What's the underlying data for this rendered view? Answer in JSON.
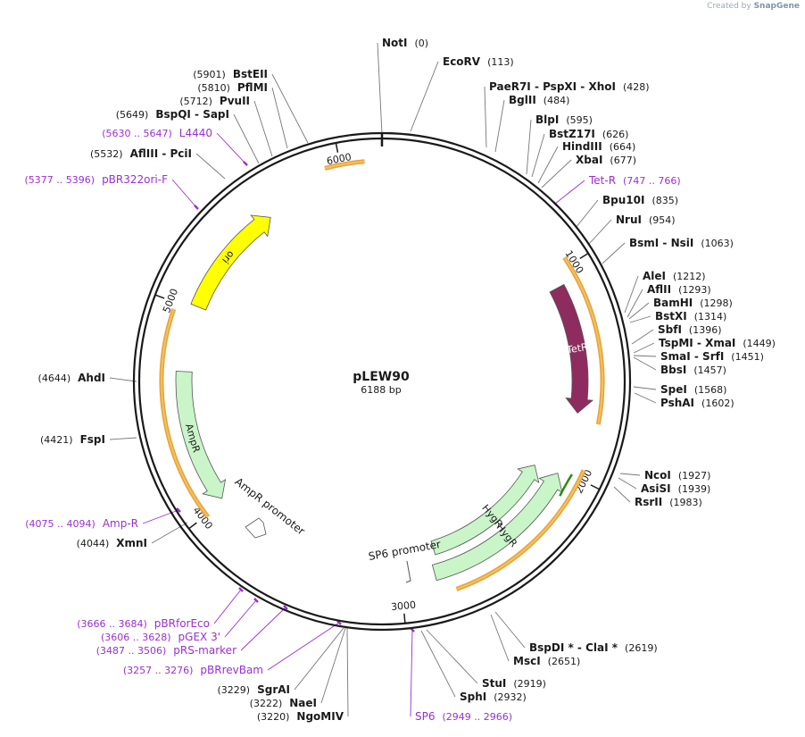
{
  "credit": {
    "prefix": "Created by",
    "brand": "SnapGene"
  },
  "plasmid": {
    "name": "pLEW90",
    "size_label": "6188 bp",
    "length": 6188
  },
  "colors": {
    "backbone": "#1a1a1a",
    "primer": "#9b2fd3",
    "tetR": "#8e2c5f",
    "ori": "#ffff00",
    "marker": "#c9f5c9",
    "orange": "#f0a030",
    "green_arrow": "#2a8a10"
  },
  "ticks": [
    {
      "bp": 1000,
      "label": "1000"
    },
    {
      "bp": 2000,
      "label": "2000"
    },
    {
      "bp": 3000,
      "label": "3000"
    },
    {
      "bp": 4000,
      "label": "4000"
    },
    {
      "bp": 5000,
      "label": "5000"
    },
    {
      "bp": 6000,
      "label": "6000"
    }
  ],
  "features": [
    {
      "name": "TetR",
      "start": 1065,
      "end": 1705,
      "type": "arrow-cw",
      "color": "#8e2c5f",
      "text_color": "#ffffff"
    },
    {
      "name": "HygR",
      "start": 2040,
      "end": 2800,
      "type": "arrow-ccw-inner",
      "color": "#c9f5c9",
      "text_color": "#1a1a1a"
    },
    {
      "name": "HygR",
      "start": 2020,
      "end": 2830,
      "type": "arrow-ccw-outer",
      "color": "#c9f5c9",
      "text_color": "#1a1a1a"
    },
    {
      "name": "ori",
      "start": 5020,
      "end": 5600,
      "type": "arrow-cw-ori",
      "color": "#ffff00",
      "text_color": "#1a1a1a"
    },
    {
      "name": "AmpR",
      "start": 4020,
      "end": 4690,
      "type": "arrow-ccw-amp",
      "color": "#c9f5c9",
      "text_color": "#1a1a1a"
    }
  ],
  "feature_labels": [
    {
      "text": "AmpR promoter"
    },
    {
      "text": "SP6 promoter"
    }
  ],
  "left_enzymes": [
    {
      "pos": "(5901)",
      "name": "BstEII"
    },
    {
      "pos": "(5810)",
      "name": "PflMI"
    },
    {
      "pos": "(5712)",
      "name": "PvuII"
    },
    {
      "pos": "(5649)",
      "name": "BspQI  -  SapI"
    },
    {
      "pos": "(5630 .. 5647)",
      "name": "L4440",
      "primer": true
    },
    {
      "pos": "(5532)",
      "name": "AflIII   -  PciI"
    },
    {
      "pos": "(5377 .. 5396)",
      "name": "pBR322ori-F",
      "primer": true
    },
    {
      "pos": "(4644)",
      "name": "AhdI"
    },
    {
      "pos": "(4421)",
      "name": "FspI"
    },
    {
      "pos": "(4075 .. 4094)",
      "name": "Amp-R",
      "primer": true
    },
    {
      "pos": "(4044)",
      "name": "XmnI"
    },
    {
      "pos": "(3666 .. 3684)",
      "name": "pBRforEco",
      "primer": true
    },
    {
      "pos": "(3606 .. 3628)",
      "name": "pGEX 3'",
      "primer": true
    },
    {
      "pos": "(3487 .. 3506)",
      "name": "pRS-marker",
      "primer": true
    },
    {
      "pos": "(3257 .. 3276)",
      "name": "pBRrevBam",
      "primer": true
    },
    {
      "pos": "(3229)",
      "name": "SgrAI"
    },
    {
      "pos": "(3222)",
      "name": "NaeI"
    },
    {
      "pos": "(3220)",
      "name": "NgoMIV"
    }
  ],
  "right_enzymes": [
    {
      "name": "NotI",
      "pos": "(0)"
    },
    {
      "name": "EcoRV",
      "pos": "(113)"
    },
    {
      "name": "PaeR7I   -  PspXI   -  XhoI",
      "pos": "(428)"
    },
    {
      "name": "BglII",
      "pos": "(484)"
    },
    {
      "name": "BlpI",
      "pos": "(595)"
    },
    {
      "name": "BstZ17I",
      "pos": "(626)"
    },
    {
      "name": "HindIII",
      "pos": "(664)"
    },
    {
      "name": "XbaI",
      "pos": "(677)"
    },
    {
      "name": "Tet-R",
      "pos": "(747 .. 766)",
      "primer": true
    },
    {
      "name": "Bpu10I",
      "pos": "(835)"
    },
    {
      "name": "NruI",
      "pos": "(954)"
    },
    {
      "name": "BsmI   -  NsiI",
      "pos": "(1063)"
    },
    {
      "name": "AleI",
      "pos": "(1212)"
    },
    {
      "name": "AflII",
      "pos": "(1293)"
    },
    {
      "name": "BamHI",
      "pos": "(1298)"
    },
    {
      "name": "BstXI",
      "pos": "(1314)"
    },
    {
      "name": "SbfI",
      "pos": "(1396)"
    },
    {
      "name": "TspMI   -  XmaI",
      "pos": "(1449)"
    },
    {
      "name": "SmaI   -  SrfI",
      "pos": "(1451)"
    },
    {
      "name": "BbsI",
      "pos": "(1457)"
    },
    {
      "name": "SpeI",
      "pos": "(1568)"
    },
    {
      "name": "PshAI",
      "pos": "(1602)"
    },
    {
      "name": "NcoI",
      "pos": "(1927)"
    },
    {
      "name": "AsiSI",
      "pos": "(1939)"
    },
    {
      "name": "RsrII",
      "pos": "(1983)"
    },
    {
      "name": "BspDI *  -  ClaI *",
      "pos": "(2619)"
    },
    {
      "name": "MscI",
      "pos": "(2651)"
    },
    {
      "name": "StuI",
      "pos": "(2919)"
    },
    {
      "name": "SphI",
      "pos": "(2932)"
    },
    {
      "name": "SP6",
      "pos": "(2949 .. 2966)",
      "primer": true
    }
  ]
}
